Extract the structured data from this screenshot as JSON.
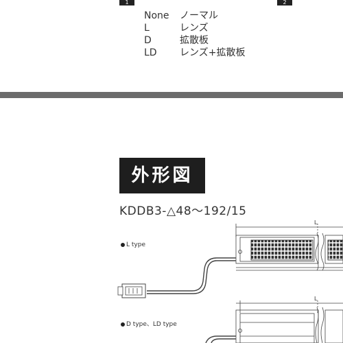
{
  "badges": {
    "first": "1",
    "second": "2"
  },
  "options": [
    {
      "code": "None",
      "desc": "ノーマル"
    },
    {
      "code": "L",
      "desc": "レンズ"
    },
    {
      "code": "D",
      "desc": "拡散板"
    },
    {
      "code": "LD",
      "desc": "レンズ+拡散板"
    }
  ],
  "section_title": "外形図",
  "model": "KDDB3-△48〜192/15",
  "drawings": [
    {
      "label": "L type",
      "dim": "L"
    },
    {
      "label": "D type、LD type",
      "dim": "L"
    }
  ]
}
